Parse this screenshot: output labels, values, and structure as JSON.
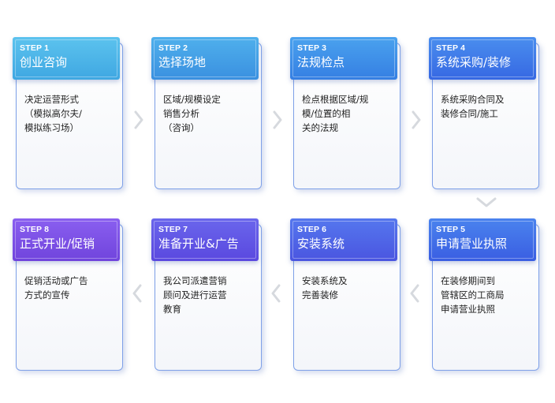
{
  "steps": [
    {
      "num": "STEP 1",
      "title": "创业咨询",
      "desc": "决定运营形式\n（模拟高尔夫/\n模拟练习场）",
      "color_top": "#5cc3ee",
      "color_bottom": "#3fa7e2"
    },
    {
      "num": "STEP 2",
      "title": "选择场地",
      "desc": "区域/规模设定\n销售分析\n（咨询）",
      "color_top": "#4fb0ec",
      "color_bottom": "#3a90e0"
    },
    {
      "num": "STEP 3",
      "title": "法规检点",
      "desc": "检点根据区域/规\n模/位置的相\n关的法规",
      "color_top": "#4aa2ee",
      "color_bottom": "#357fe3"
    },
    {
      "num": "STEP 4",
      "title": "系统采购/装修",
      "desc": "系统采购合同及\n装修合同/施工",
      "color_top": "#4a8eee",
      "color_bottom": "#3668e3"
    },
    {
      "num": "STEP 5",
      "title": "申请营业执照",
      "desc": "在装修期间到\n管辖区的工商局\n申请营业执照",
      "color_top": "#4a83ee",
      "color_bottom": "#3a5ee2"
    },
    {
      "num": "STEP 6",
      "title": "安装系统",
      "desc": "安装系统及\n完善装修",
      "color_top": "#5577ee",
      "color_bottom": "#4a55e0"
    },
    {
      "num": "STEP 7",
      "title": "准备开业&广告",
      "desc": "我公司派遣营销\n顾问及进行运营\n教育",
      "color_top": "#6a66ec",
      "color_bottom": "#5a48df"
    },
    {
      "num": "STEP 8",
      "title": "正式开业/促销",
      "desc": "促销活动或广告\n方式的宣传",
      "color_top": "#8a5ff0",
      "color_bottom": "#7044dc"
    }
  ],
  "arrow_color": "#d6d9de"
}
